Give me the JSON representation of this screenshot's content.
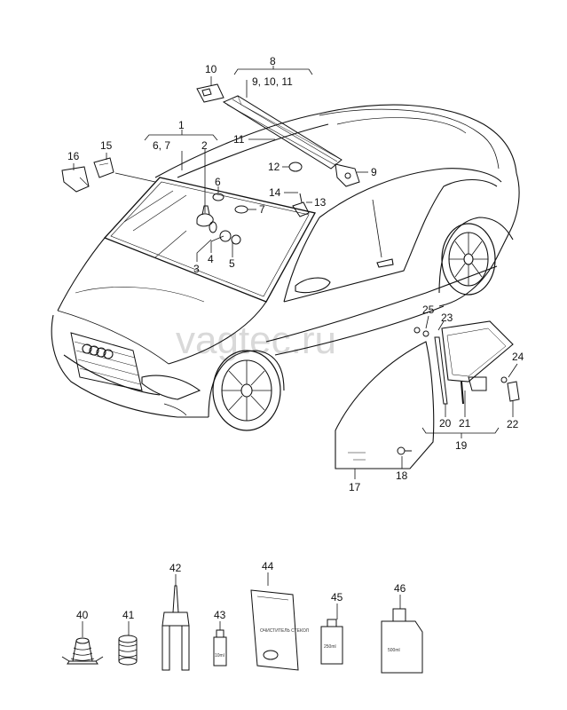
{
  "watermark": "vagtec.ru",
  "labels": {
    "p1": "1",
    "p1_sub": "6, 7",
    "p2": "2",
    "p3": "3",
    "p4": "4",
    "p5": "5",
    "p6": "6",
    "p7": "7",
    "p8": "8",
    "p8_sub": "9, 10, 11",
    "p9": "9",
    "p10": "10",
    "p11": "11",
    "p12": "12",
    "p13": "13",
    "p14": "14",
    "p15": "15",
    "p16": "16",
    "p17": "17",
    "p18": "18",
    "p19": "19",
    "p20": "20",
    "p21": "21",
    "p22": "22",
    "p23": "23",
    "p24": "24",
    "p25": "25",
    "p40": "40",
    "p41": "41",
    "p42": "42",
    "p43": "43",
    "p44": "44",
    "p45": "45",
    "p46": "46"
  },
  "product_text": {
    "bottle43": "10ml",
    "bottle45": "250ml",
    "bottle46": "500ml",
    "kit44": "ОЧИСТИТЕЛЬ СТЕКОЛ"
  }
}
